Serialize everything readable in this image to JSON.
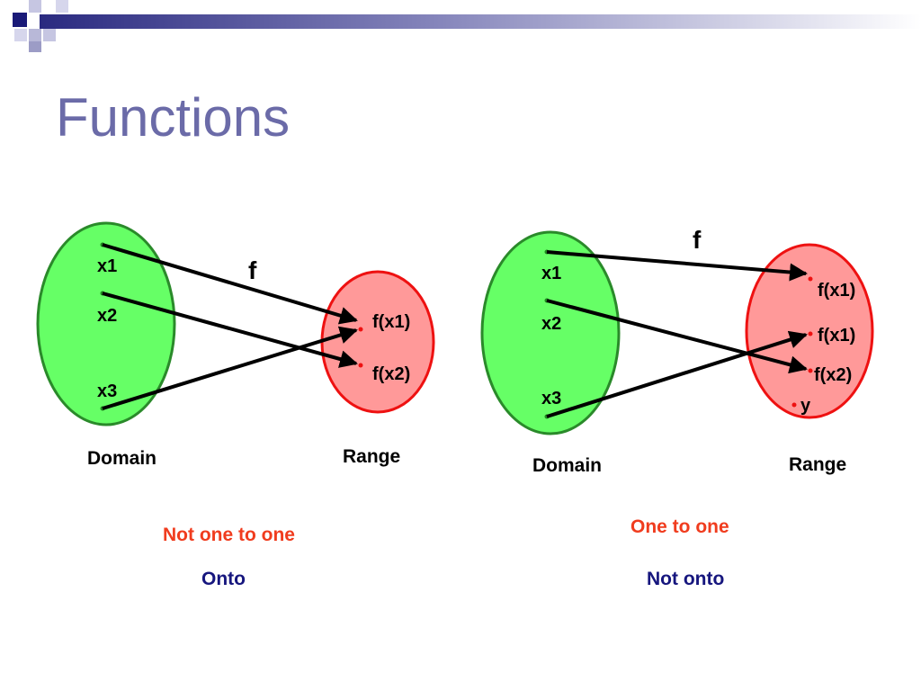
{
  "slide": {
    "title": "Functions",
    "colors": {
      "title": "#6b6ba8",
      "domain_fill": "#66ff66",
      "domain_stroke": "#2a8a2a",
      "range_fill": "#ff9999",
      "range_stroke": "#ee1111",
      "caption_red": "#f03c1e",
      "caption_blue": "#16167e"
    }
  },
  "left_diagram": {
    "function_label": "f",
    "domain_label": "Domain",
    "range_label": "Range",
    "domain_points": [
      "x1",
      "x2",
      "x3"
    ],
    "range_points": [
      "f(x1)",
      "f(x2)"
    ],
    "mapping": [
      [
        "x1",
        "f(x1)"
      ],
      [
        "x2",
        "f(x2)"
      ],
      [
        "x3",
        "f(x1)"
      ]
    ],
    "caption_one": "Not one to one",
    "caption_two": "Onto"
  },
  "right_diagram": {
    "function_label": "f",
    "domain_label": "Domain",
    "range_label": "Range",
    "domain_points": [
      "x1",
      "x2",
      "x3"
    ],
    "range_points": [
      "f(x1)",
      "f(x1)",
      "f(x2)",
      "y"
    ],
    "mapping": [
      [
        "x1",
        "f(x1)"
      ],
      [
        "x2",
        "f(x2)"
      ],
      [
        "x3",
        "f(x1)"
      ]
    ],
    "caption_one": "One to one",
    "caption_two": "Not onto"
  }
}
